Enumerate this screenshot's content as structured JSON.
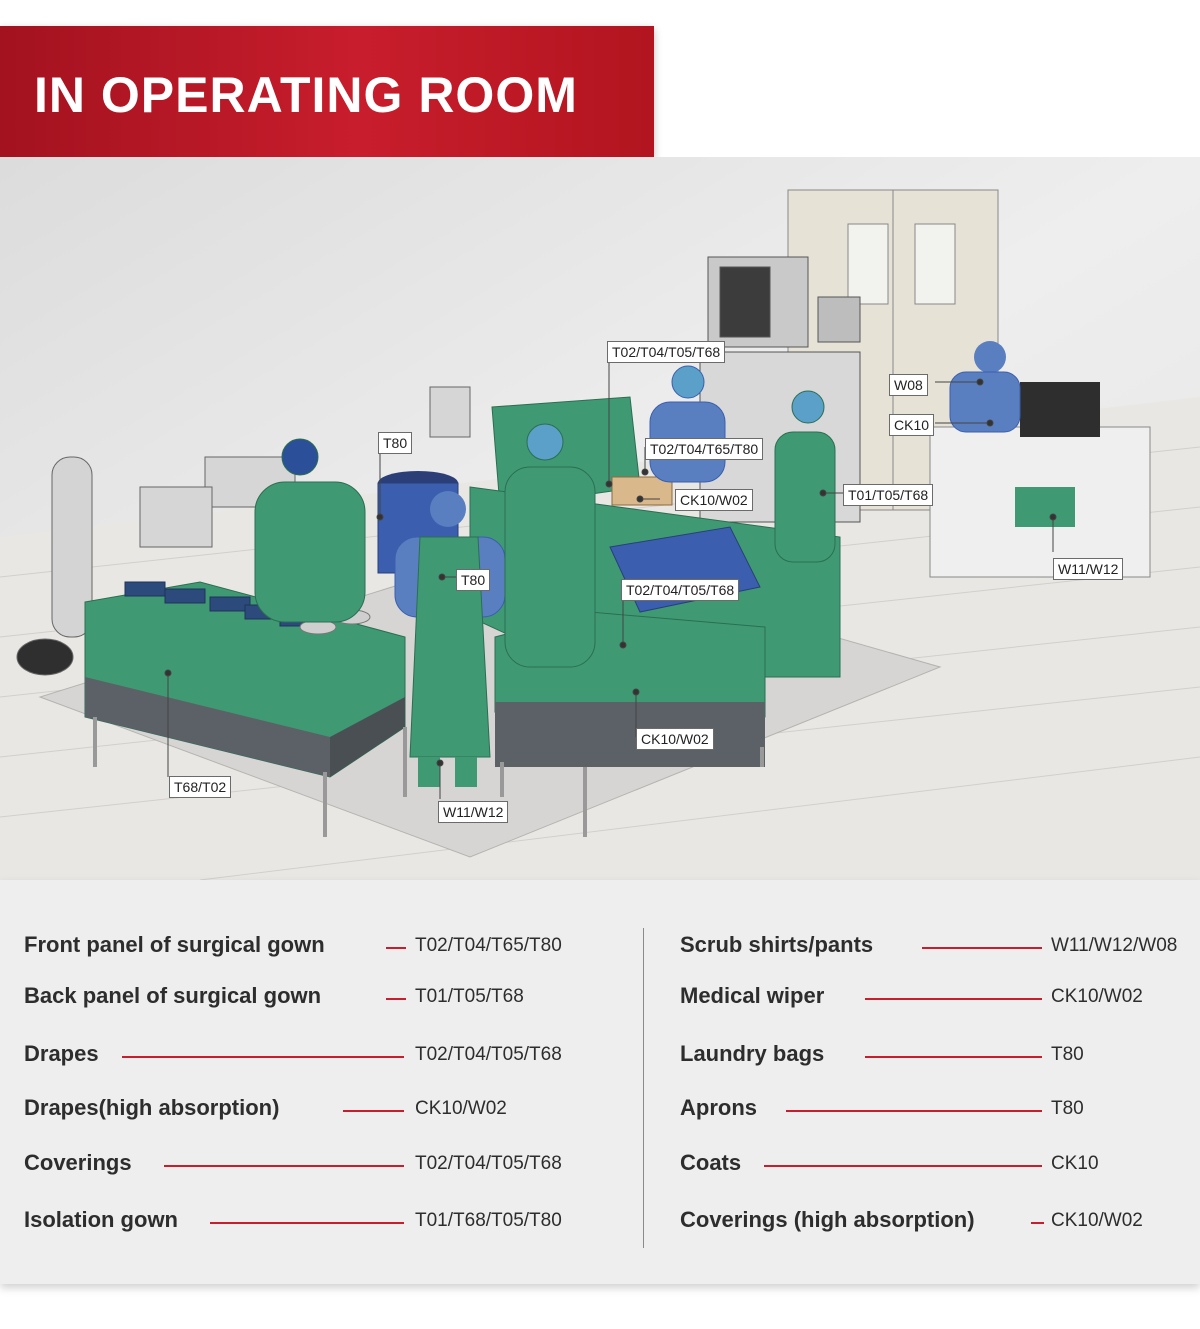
{
  "header": {
    "title": "IN OPERATING ROOM"
  },
  "colors": {
    "accent_red": "#c81d2c",
    "drape_green": "#3f9a74",
    "drape_gray": "#5b6166",
    "scrub_blue": "#5a7fc0",
    "legend_bg": "#eeeeee"
  },
  "callouts": [
    {
      "text": "T02/T04/T05/T68"
    },
    {
      "text": "T80"
    },
    {
      "text": "T02/T04/T65/T80"
    },
    {
      "text": "W08"
    },
    {
      "text": "CK10"
    },
    {
      "text": "CK10/W02"
    },
    {
      "text": "T01/T05/T68"
    },
    {
      "text": "T80"
    },
    {
      "text": "W11/W12"
    },
    {
      "text": "T02/T04/T05/T68"
    },
    {
      "text": "CK10/W02"
    },
    {
      "text": "T68/T02"
    },
    {
      "text": "W11/W12"
    }
  ],
  "legend": {
    "left": [
      {
        "label": "Front panel of surgical gown",
        "code": "T02/T04/T65/T80"
      },
      {
        "label": "Back panel of surgical gown",
        "code": "T01/T05/T68"
      },
      {
        "label": "Drapes",
        "code": "T02/T04/T05/T68"
      },
      {
        "label": "Drapes(high absorption)",
        "code": "CK10/W02"
      },
      {
        "label": "Coverings",
        "code": "T02/T04/T05/T68"
      },
      {
        "label": "Isolation gown",
        "code": "T01/T68/T05/T80"
      }
    ],
    "right": [
      {
        "label": "Scrub shirts/pants",
        "code": "W11/W12/W08"
      },
      {
        "label": "Medical wiper",
        "code": "CK10/W02"
      },
      {
        "label": "Laundry bags",
        "code": "T80"
      },
      {
        "label": "Aprons",
        "code": "T80"
      },
      {
        "label": "Coats",
        "code": "CK10"
      },
      {
        "label": "Coverings (high absorption)",
        "code": "CK10/W02"
      }
    ]
  }
}
